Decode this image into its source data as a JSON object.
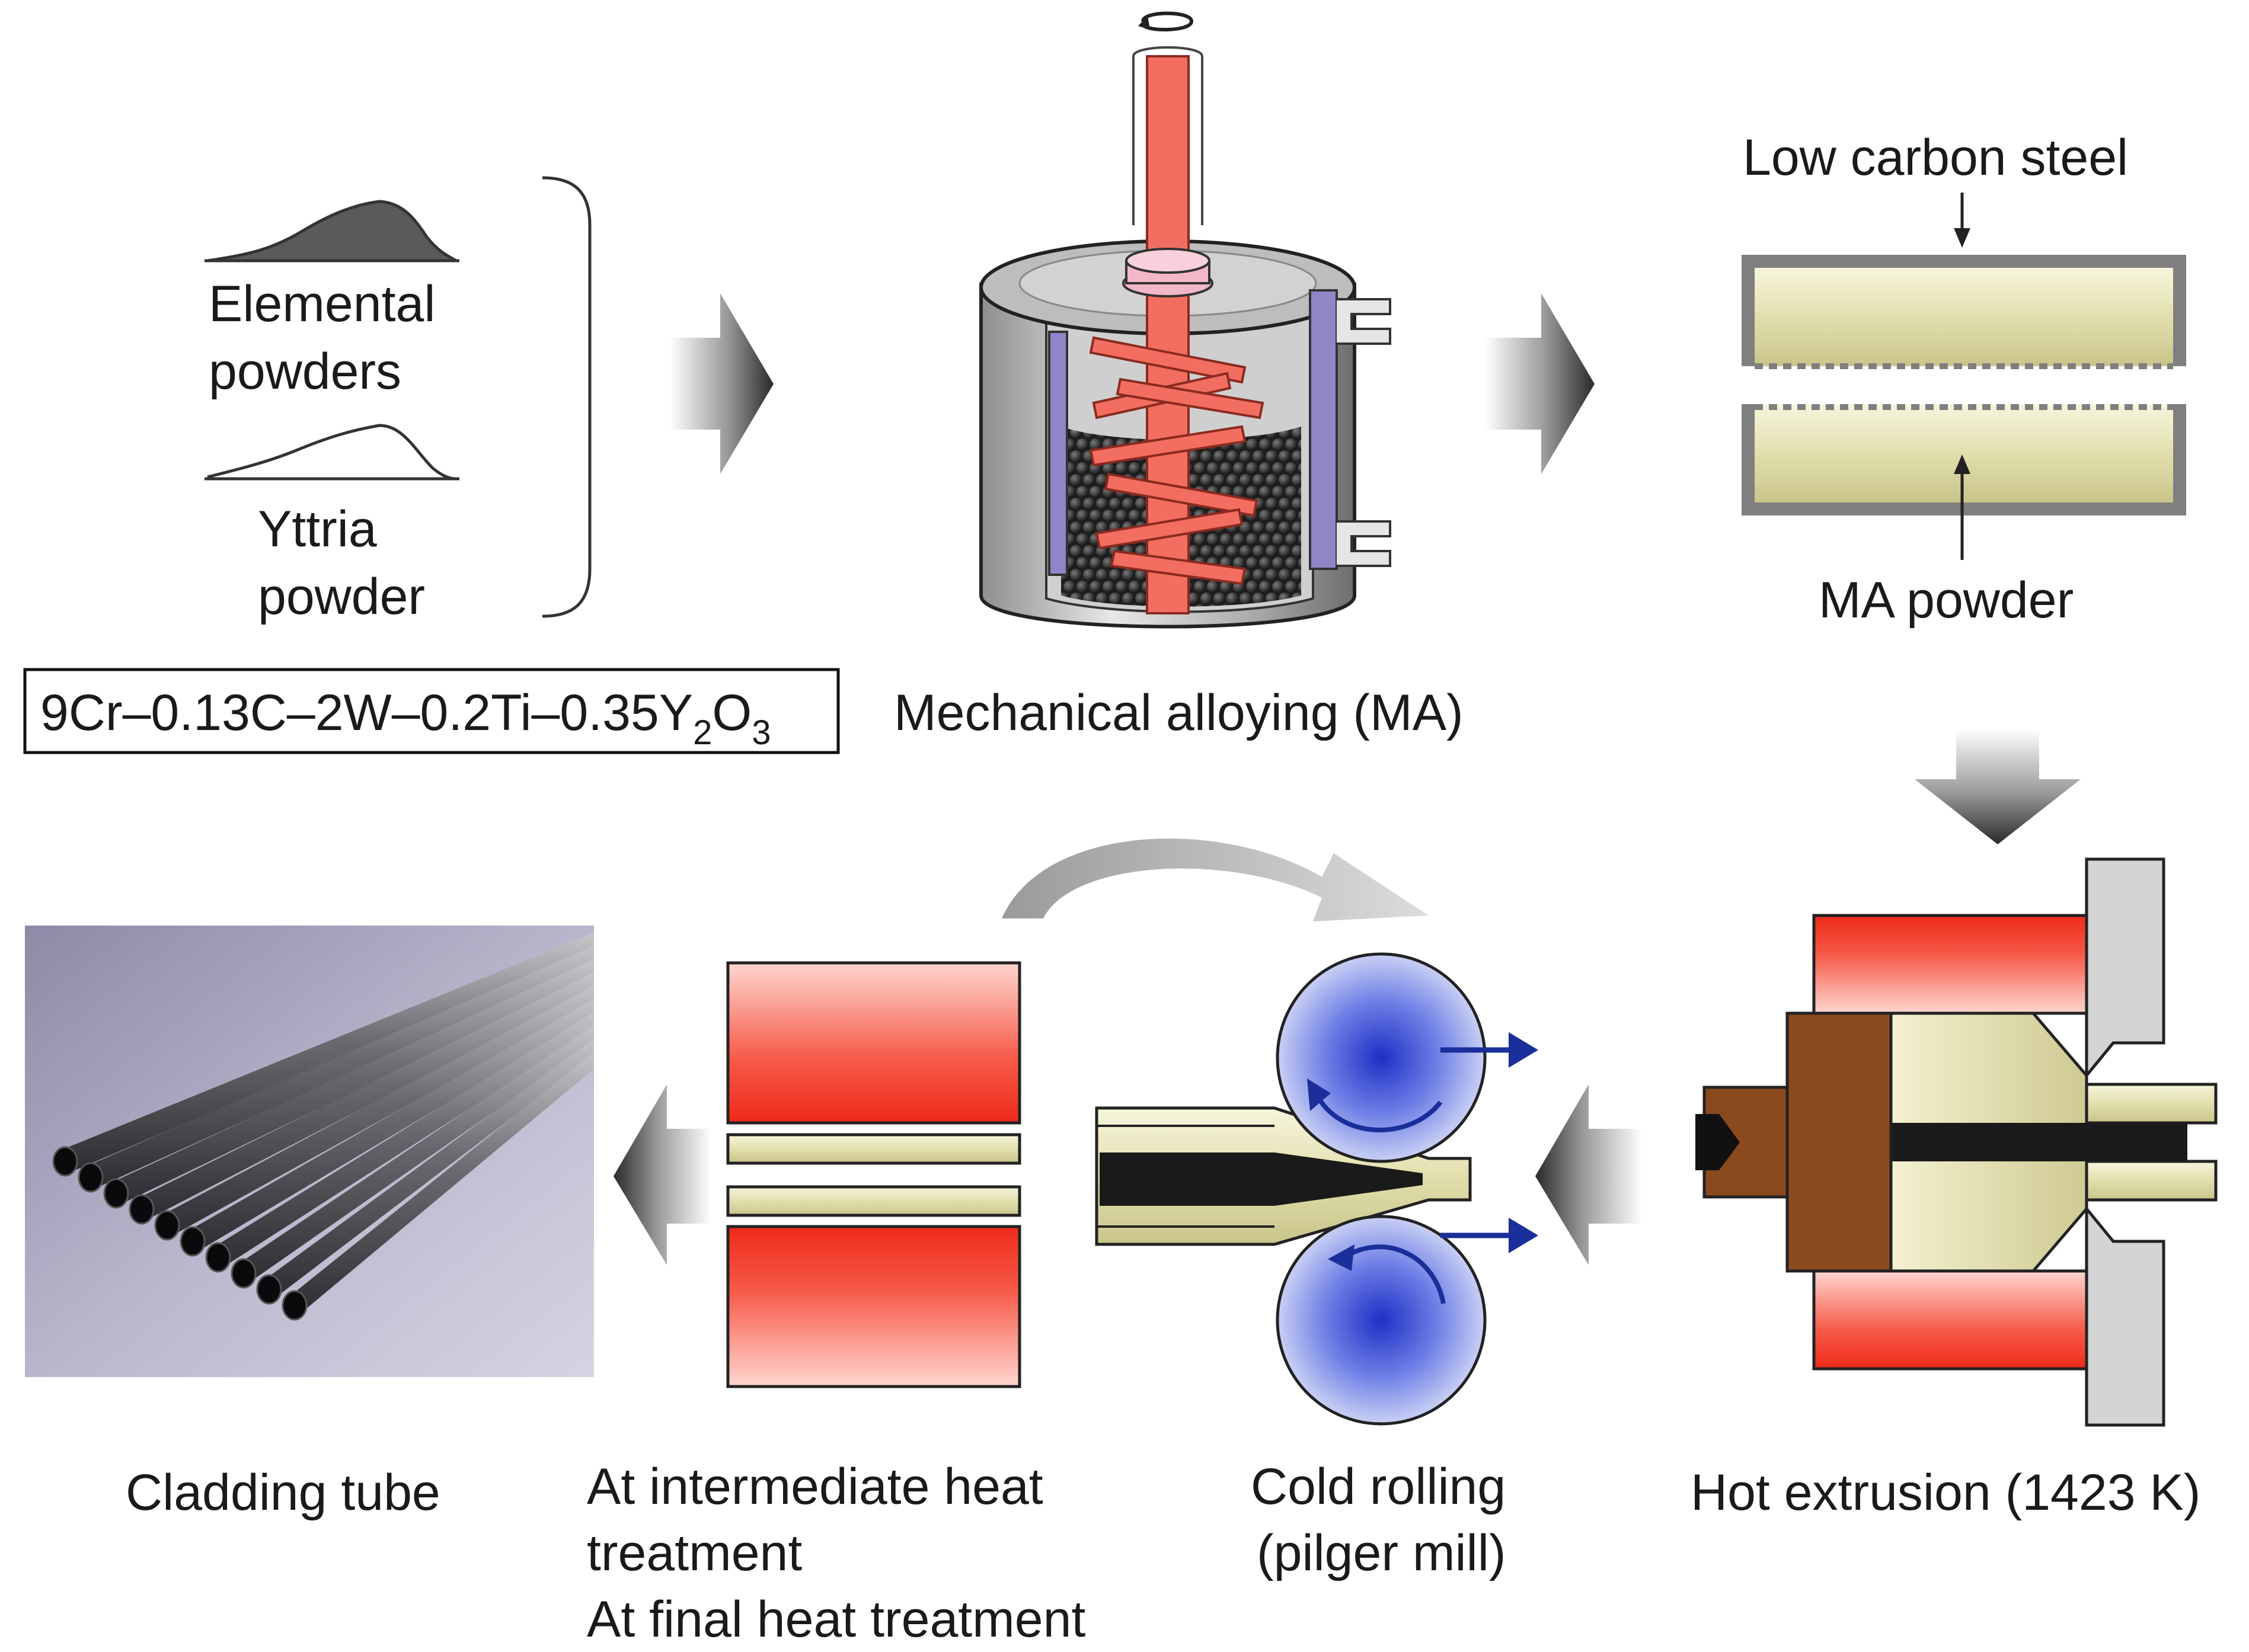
{
  "powders": {
    "elemental_line1": "Elemental",
    "elemental_line2": "powders",
    "yttria_line1": "Yttria",
    "yttria_line2": "powder",
    "composition_pre": "9Cr–0.13C–2W–0.2Ti–0.35Y",
    "composition_sub1": "2",
    "composition_mid": "O",
    "composition_sub2": "3"
  },
  "steps": {
    "mechanical_alloying": "Mechanical alloying (MA)",
    "low_carbon_steel": "Low carbon steel",
    "ma_powder": "MA powder",
    "hot_extrusion": "Hot extrusion (1423 K)",
    "cold_rolling_line1": "Cold rolling",
    "cold_rolling_line2": "(pilger mill)",
    "heat_line1": "At intermediate heat",
    "heat_line2": "treatment",
    "heat_line3": "At final heat treatment",
    "cladding_tube": "Cladding tube"
  },
  "colors": {
    "heater_red": "#f03a2a",
    "cream": "#e8e6b8",
    "roller_blue": "#2a3fd0",
    "arrow_blue": "#1a2f9a",
    "steel_gray": "#8a8a8a",
    "billet_brown": "#8a4a1e"
  }
}
